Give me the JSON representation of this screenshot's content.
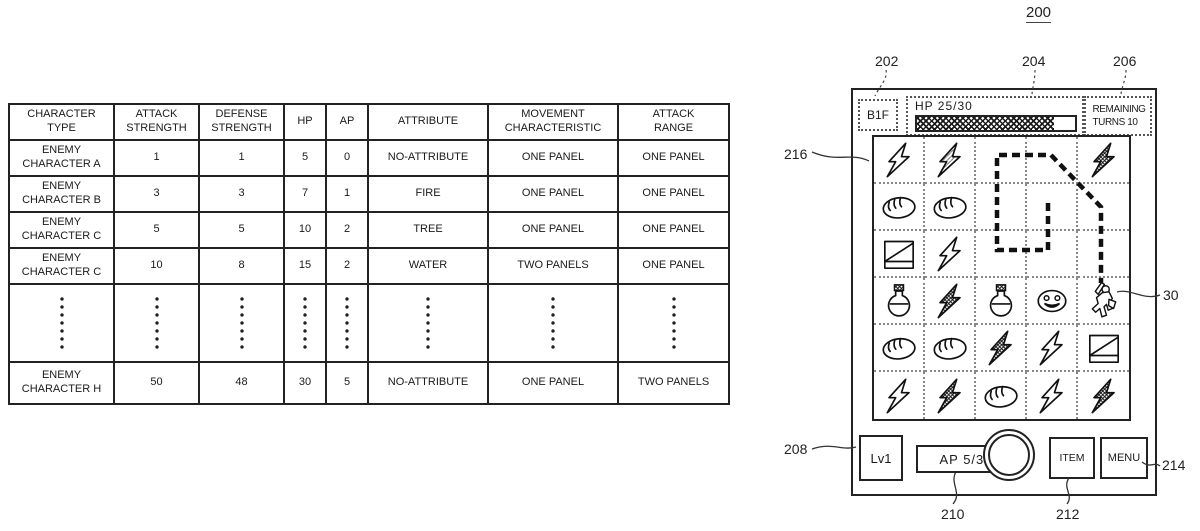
{
  "figure": {
    "number": "200"
  },
  "ref_numbers": {
    "floor": "202",
    "hp_bar": "204",
    "remaining_turns": "206",
    "field": "216",
    "enemy_character": "30",
    "level": "208",
    "ap": "210",
    "item": "212",
    "menu": "214"
  },
  "table": {
    "headers": [
      "CHARACTER\nTYPE",
      "ATTACK\nSTRENGTH",
      "DEFENSE\nSTRENGTH",
      "HP",
      "AP",
      "ATTRIBUTE",
      "MOVEMENT\nCHARACTERISTIC",
      "ATTACK\nRANGE"
    ],
    "rows": [
      [
        "ENEMY\nCHARACTER A",
        "1",
        "1",
        "5",
        "0",
        "NO-ATTRIBUTE",
        "ONE PANEL",
        "ONE PANEL"
      ],
      [
        "ENEMY\nCHARACTER B",
        "3",
        "3",
        "7",
        "1",
        "FIRE",
        "ONE PANEL",
        "ONE PANEL"
      ],
      [
        "ENEMY\nCHARACTER C",
        "5",
        "5",
        "10",
        "2",
        "TREE",
        "ONE PANEL",
        "ONE PANEL"
      ],
      [
        "ENEMY\nCHARACTER C",
        "10",
        "8",
        "15",
        "2",
        "WATER",
        "TWO PANELS",
        "ONE PANEL"
      ],
      "DOTS",
      [
        "ENEMY\nCHARACTER H",
        "50",
        "48",
        "30",
        "5",
        "NO-ATTRIBUTE",
        "ONE PANEL",
        "TWO PANELS"
      ]
    ]
  },
  "game_screen": {
    "floor_label": "B1F",
    "hp_label": "HP 25/30",
    "hp_fill_percent": 87,
    "turns_label": "REMAINING\nTURNS 10",
    "level_label": "Lv1",
    "ap_label": "AP 5/30",
    "item_label": "ITEM",
    "menu_label": "MENU",
    "grid_cells": [
      [
        "bolt",
        "bolt-lines",
        "",
        "",
        "bolt-hatch"
      ],
      [
        "bread",
        "bread",
        "",
        "",
        ""
      ],
      [
        "panel",
        "bolt",
        "",
        "",
        ""
      ],
      [
        "potion",
        "bolt-hatch",
        "potion",
        "smiley",
        "hero"
      ],
      [
        "bread",
        "bread",
        "bolt-hatch",
        "bolt",
        "panel"
      ],
      [
        "bolt",
        "bolt-hatch",
        "bread",
        "bolt",
        "bolt-hatch"
      ]
    ],
    "icons": {
      "bolt": "lightning panel",
      "bolt-lines": "striped lightning panel",
      "bolt-hatch": "hatched lightning panel",
      "bread": "bread item panel",
      "potion": "potion item panel",
      "panel": "special panel",
      "smiley": "enemy face panel",
      "hero": "enemy character"
    }
  },
  "colors": {
    "ink": "#1a1a1a",
    "line": "#222222"
  }
}
